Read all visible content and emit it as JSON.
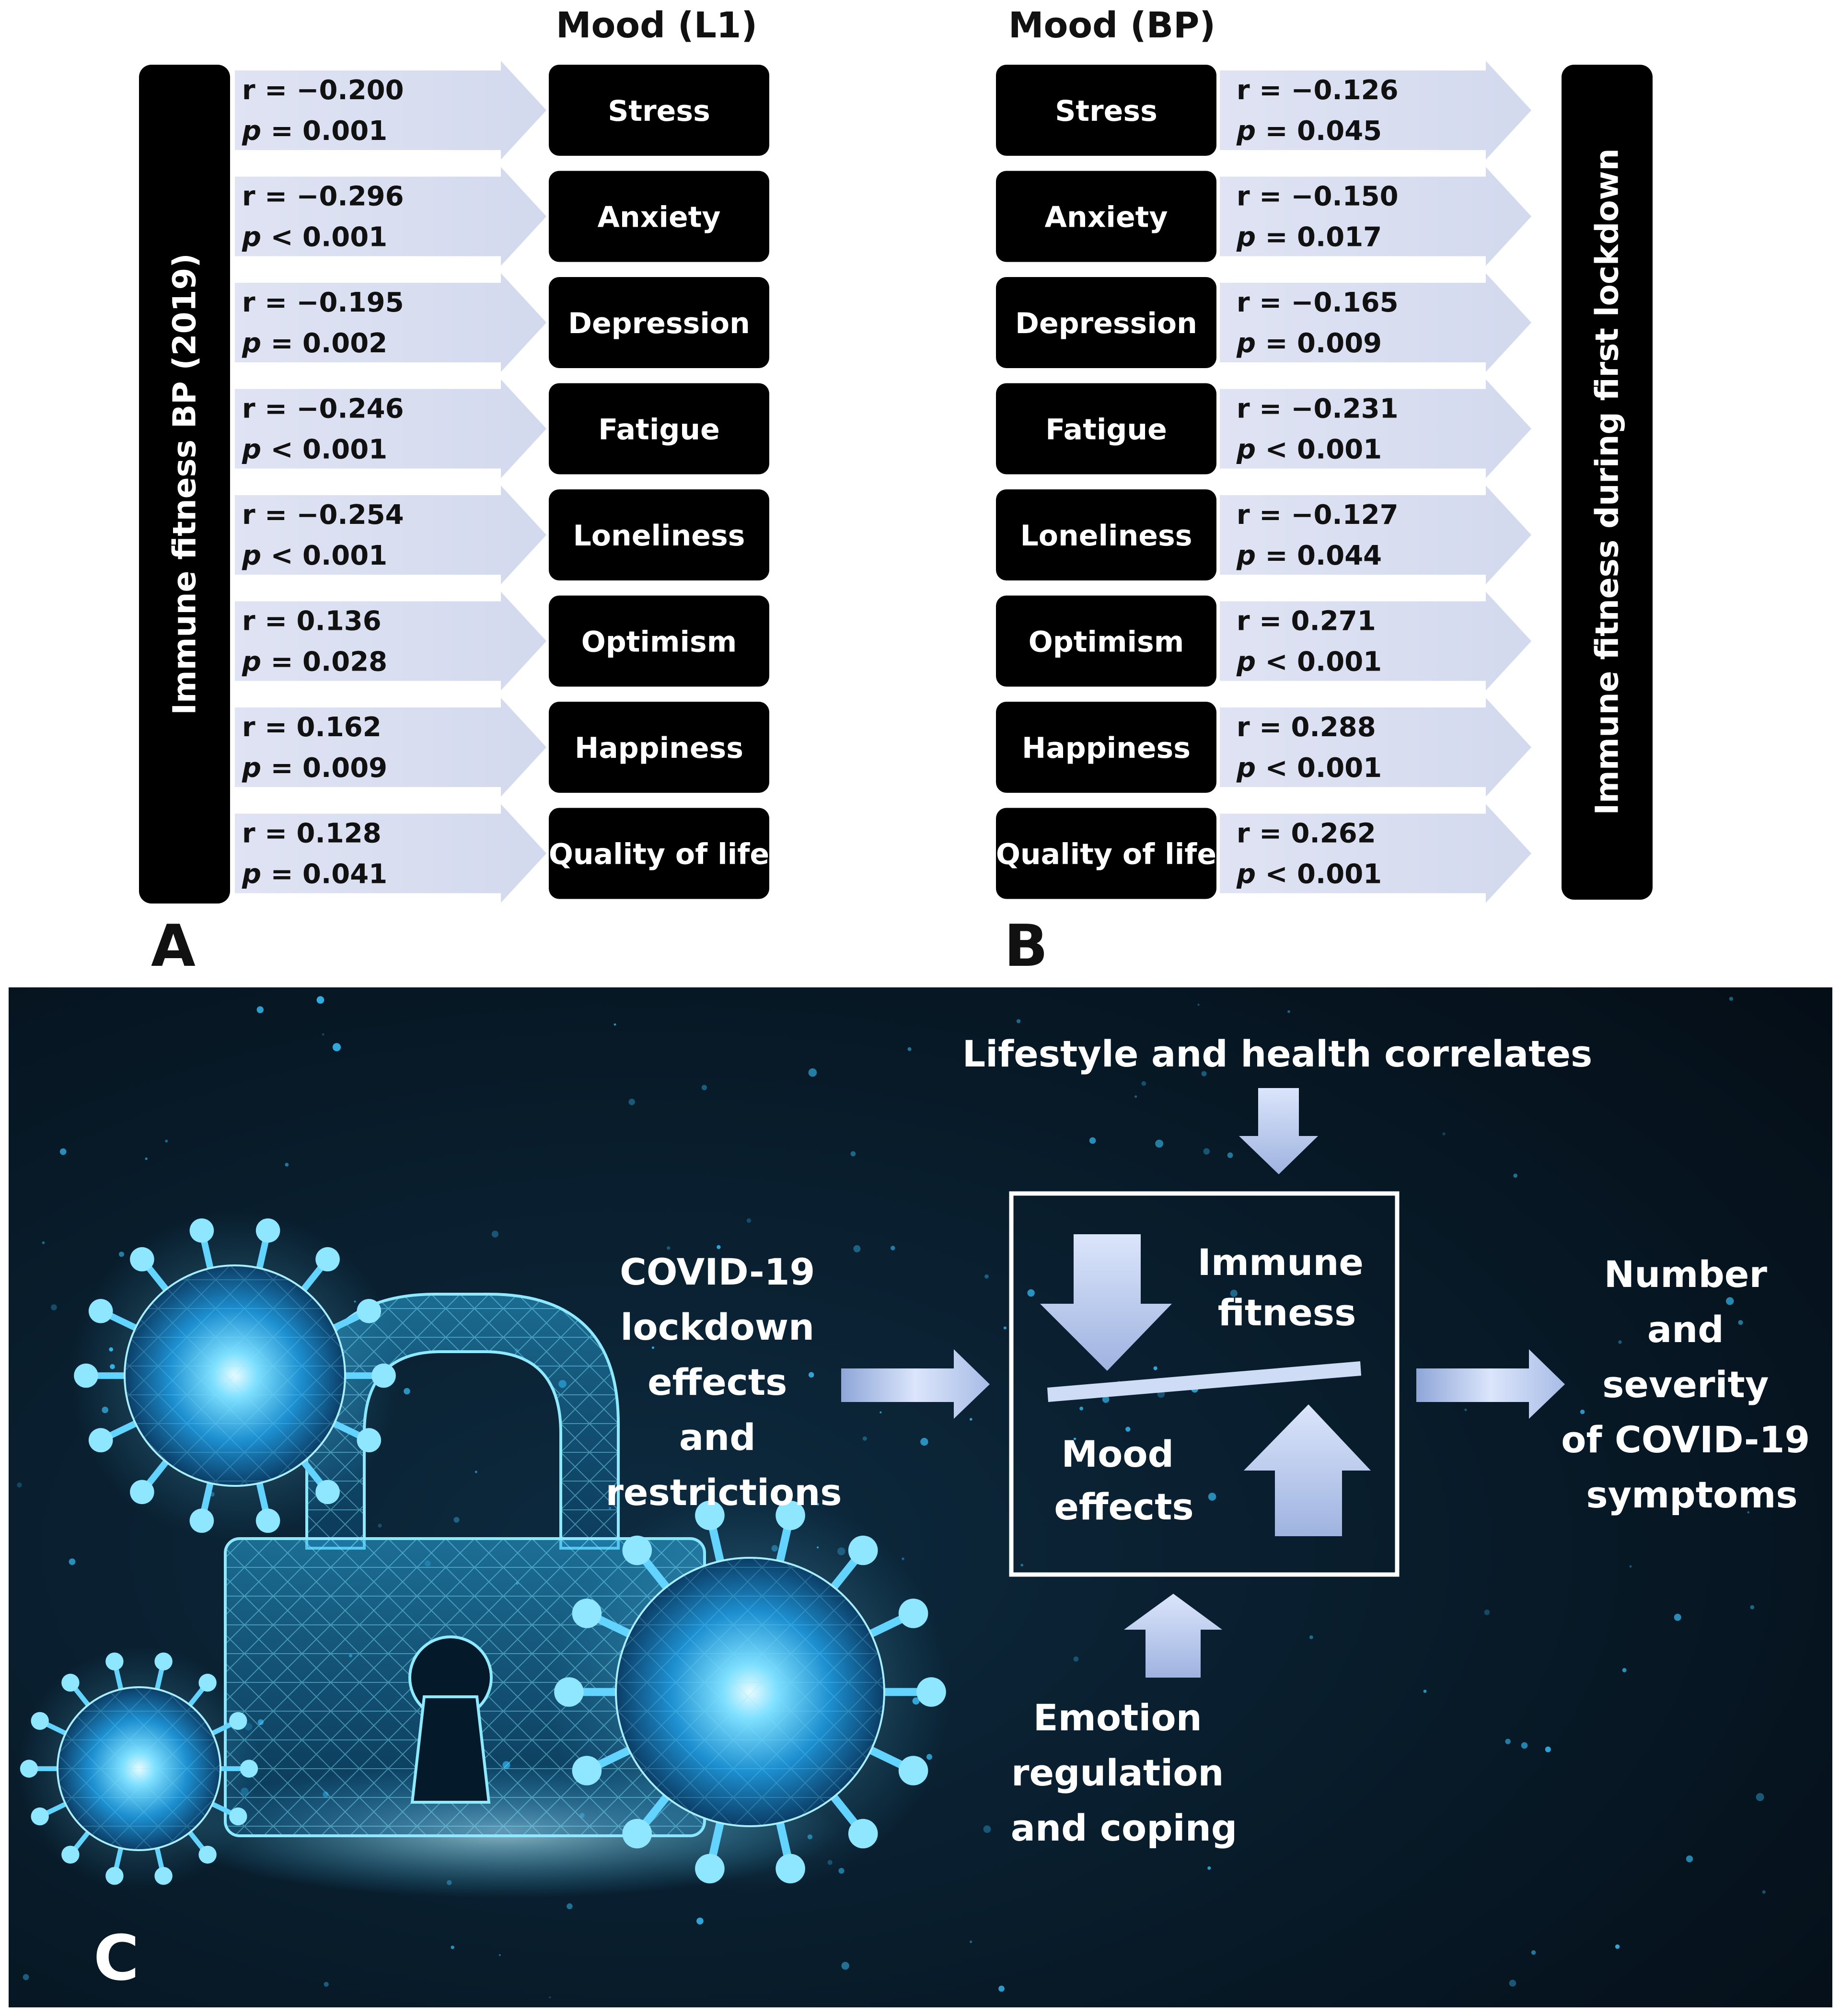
{
  "panel_a": {
    "letter": "A",
    "header": "Mood (L1)",
    "source_label": "Immune fitness BP (2019)",
    "rows": [
      {
        "label": "Stress",
        "r": "r = −0.200",
        "p_sym": "p",
        "p_val": " = 0.001"
      },
      {
        "label": "Anxiety",
        "r": "r = −0.296",
        "p_sym": "p",
        "p_val": " < 0.001"
      },
      {
        "label": "Depression",
        "r": "r = −0.195",
        "p_sym": "p",
        "p_val": " = 0.002"
      },
      {
        "label": "Fatigue",
        "r": "r = −0.246",
        "p_sym": "p",
        "p_val": " < 0.001"
      },
      {
        "label": "Loneliness",
        "r": "r = −0.254",
        "p_sym": "p",
        "p_val": " < 0.001"
      },
      {
        "label": "Optimism",
        "r": "r = 0.136",
        "p_sym": "p",
        "p_val": " = 0.028"
      },
      {
        "label": "Happiness",
        "r": "r = 0.162",
        "p_sym": "p",
        "p_val": " = 0.009"
      },
      {
        "label": "Quality of life",
        "r": "r = 0.128",
        "p_sym": "p",
        "p_val": " = 0.041"
      }
    ]
  },
  "panel_b": {
    "letter": "B",
    "header": "Mood (BP)",
    "target_label": "Immune fitness during first lockdown",
    "rows": [
      {
        "label": "Stress",
        "r": "r = −0.126",
        "p_sym": "p",
        "p_val": " = 0.045"
      },
      {
        "label": "Anxiety",
        "r": "r = −0.150",
        "p_sym": "p",
        "p_val": " = 0.017"
      },
      {
        "label": "Depression",
        "r": "r = −0.165",
        "p_sym": "p",
        "p_val": " = 0.009"
      },
      {
        "label": "Fatigue",
        "r": "r = −0.231",
        "p_sym": "p",
        "p_val": " < 0.001"
      },
      {
        "label": "Loneliness",
        "r": "r = −0.127",
        "p_sym": "p",
        "p_val": " = 0.044"
      },
      {
        "label": "Optimism",
        "r": "r = 0.271",
        "p_sym": "p",
        "p_val": " < 0.001"
      },
      {
        "label": "Happiness",
        "r": "r = 0.288",
        "p_sym": "p",
        "p_val": " < 0.001"
      },
      {
        "label": "Quality of life",
        "r": "r = 0.262",
        "p_sym": "p",
        "p_val": " < 0.001"
      }
    ]
  },
  "panel_c": {
    "letter": "C",
    "top_label": "Lifestyle and health correlates",
    "left_lines": [
      "COVID-19",
      "lockdown",
      "effects",
      "and",
      "restrictions"
    ],
    "box_top_lines": [
      "Immune",
      "fitness"
    ],
    "box_bottom_lines": [
      "Mood",
      "effects"
    ],
    "bottom_lines": [
      "Emotion",
      "regulation",
      "and coping"
    ],
    "right_lines": [
      "Number",
      "and",
      "severity",
      "of COVID-19",
      "symptoms"
    ],
    "colors": {
      "background": "#071623",
      "glow": "#39c6ff",
      "arrow": "#c6d4f2"
    }
  }
}
